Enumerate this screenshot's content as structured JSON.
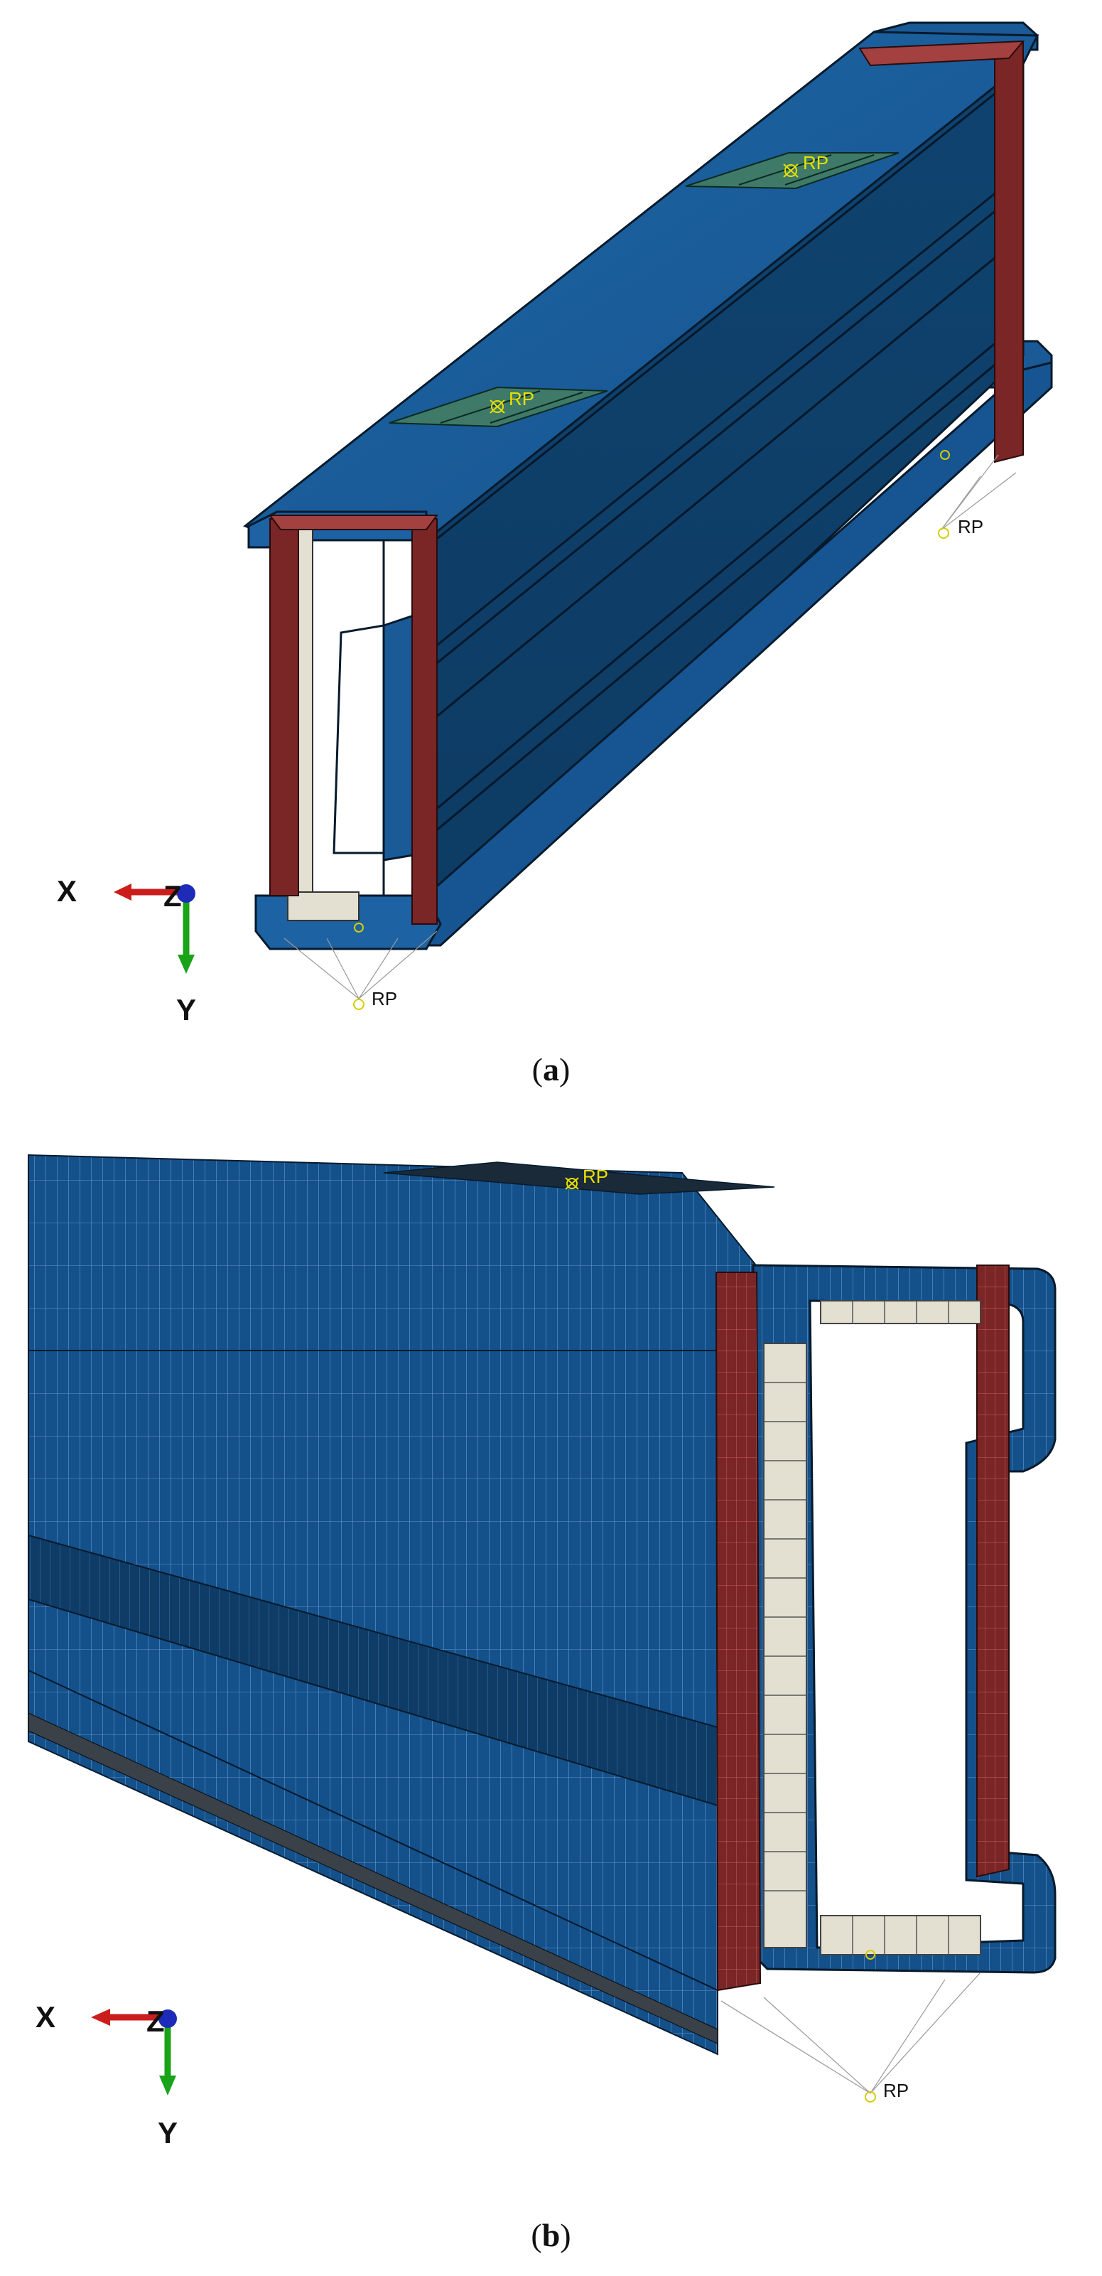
{
  "figure": {
    "panel_a": {
      "caption_letter": "a",
      "caption_open": "(",
      "caption_close": ")",
      "reference_point_labels": [
        "RP",
        "RP",
        "RP",
        "RP"
      ],
      "triad": {
        "x": "X",
        "y": "Y",
        "z": "Z"
      }
    },
    "panel_b": {
      "caption_letter": "b",
      "caption_open": "(",
      "caption_close": ")",
      "reference_point_labels": [
        "RP",
        "RP"
      ],
      "triad": {
        "x": "X",
        "y": "Y",
        "z": "Z"
      }
    }
  },
  "colors": {
    "beam_dark": "#0d3e67",
    "beam_mid": "#14508a",
    "beam_light": "#1d62a3",
    "beam_edge": "#061a2c",
    "plate_red": "#7b2626",
    "plate_red_light": "#a34040",
    "stiffener": "#e3e0d2",
    "load_plate": "#3f7a68",
    "rp_label": "#e8e000",
    "rp_label_dark": "#111111",
    "axis_x": "#cc1d1d",
    "axis_y": "#19a319",
    "axis_z": "#1d2bb8",
    "mesh_line": "#5b97c9"
  }
}
